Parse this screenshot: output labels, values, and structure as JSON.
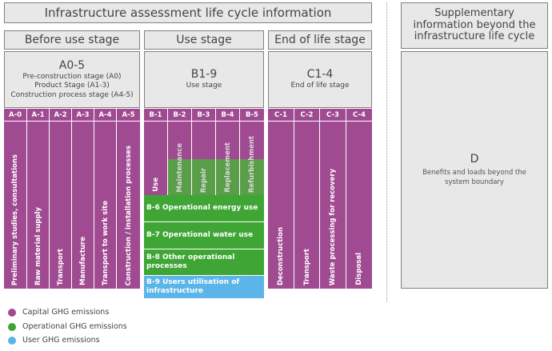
{
  "header": {
    "title": "Infrastructure assessment life cycle information"
  },
  "supplementary": {
    "title": "Supplementary information beyond the infrastructure life cycle",
    "module_code": "D",
    "module_desc": "Benefits and loads beyond the system boundary"
  },
  "stages": {
    "before": {
      "title": "Before use stage",
      "code": "A0-5",
      "lines": [
        "Pre-construction stage (A0)",
        "Product Stage (A1-3)",
        "Construction process stage (A4-5)"
      ]
    },
    "use": {
      "title": "Use stage",
      "code": "B1-9",
      "lines": [
        "Use stage"
      ]
    },
    "end": {
      "title": "End of life stage",
      "code": "C1-4",
      "lines": [
        "End of life stage"
      ]
    }
  },
  "modules": [
    {
      "code": "A-0",
      "label": "Preliminary studies, consultations"
    },
    {
      "code": "A-1",
      "label": "Raw material supply"
    },
    {
      "code": "A-2",
      "label": "Transport"
    },
    {
      "code": "A-3",
      "label": "Manufacture"
    },
    {
      "code": "A-4",
      "label": "Transport to work site"
    },
    {
      "code": "A-5",
      "label": "Construction / installation processes"
    },
    {
      "code": "B-1",
      "label": "Use"
    },
    {
      "code": "B-2",
      "label": "Maintenance"
    },
    {
      "code": "B-3",
      "label": "Repair"
    },
    {
      "code": "B-4",
      "label": "Replacement"
    },
    {
      "code": "B-5",
      "label": "Refurbishment"
    },
    {
      "code": "C-1",
      "label": "Deconstruction"
    },
    {
      "code": "C-2",
      "label": "Transport"
    },
    {
      "code": "C-3",
      "label": "Waste processing for recovery"
    },
    {
      "code": "C-4",
      "label": "Disposal"
    }
  ],
  "operational": [
    {
      "label": "B-6 Operational energy use"
    },
    {
      "label": "B-7 Operational water use"
    },
    {
      "label": "B-8 Other operational processes"
    }
  ],
  "user": {
    "label": "B-9 Users utilisation of infrastructure"
  },
  "legend": [
    {
      "label": "Capital GHG emissions",
      "color": "#a04a92"
    },
    {
      "label": "Operational GHG emissions",
      "color": "#3fa535"
    },
    {
      "label": "User GHG emissions",
      "color": "#5bb5e8"
    }
  ]
}
